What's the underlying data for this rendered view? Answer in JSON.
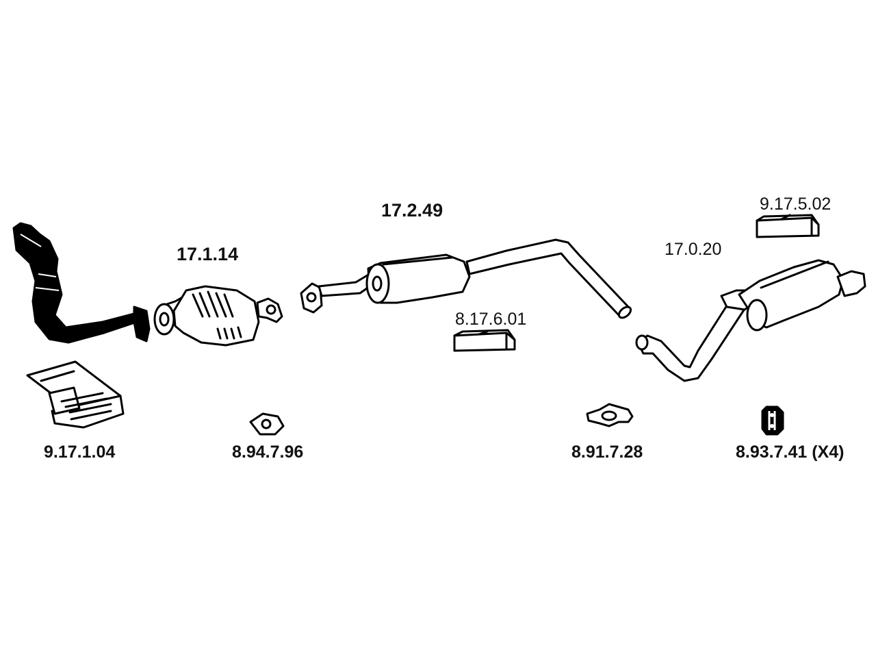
{
  "diagram": {
    "labels": {
      "front_pipe_kit": "9.17.1.04",
      "catalyst": "17.1.14",
      "catalyst_gasket": "8.94.7.96",
      "center_silencer": "17.2.49",
      "center_silencer_kit": "8.17.6.01",
      "clamp": "8.91.7.28",
      "rear_silencer": "17.0.20",
      "rear_silencer_kit": "9.17.5.02",
      "rubber_hanger": "8.93.7.41 (X4)"
    }
  }
}
